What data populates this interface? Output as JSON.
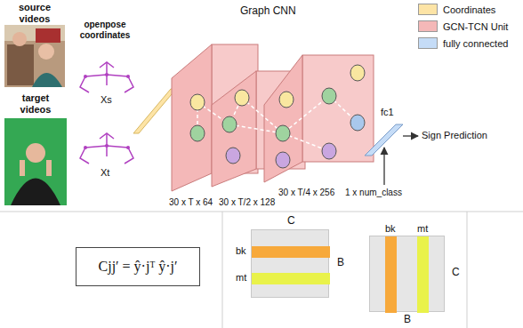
{
  "diagram": {
    "nodes": [
      {
        "text": [
          "Cjj′ = ŷ·jᵀ ŷ·j′"
        ]
      },
      {
        "text": [
          "C",
          "B"
        ]
      },
      {
        "text": [
          "bk"
        ],
        "in": 1
      },
      {
        "text": [
          "mt"
        ],
        "in": 1
      },
      {
        "text": [
          "C",
          "B"
        ]
      },
      {
        "text": [
          "bk"
        ],
        "in": 4
      },
      {
        "text": [
          "mt"
        ],
        "in": 4
      }
    ],
    "labels": [
      "source videos",
      "openpose coordinates",
      "Xs",
      "target videos",
      "Xt",
      "Graph CNN",
      "30 x T x 64",
      "30 x T/2 x 128",
      "30 x T/4 x 256",
      "fc1",
      "Sign Prediction",
      "1 x num_class"
    ],
    "legend": [
      {
        "text": "Coordinates",
        "color": "#fde4a6"
      },
      {
        "text": "GCN-TCN Unit",
        "color": "#f4b8b8"
      },
      {
        "text": "fully connected",
        "color": "#c5dcf7"
      }
    ]
  }
}
